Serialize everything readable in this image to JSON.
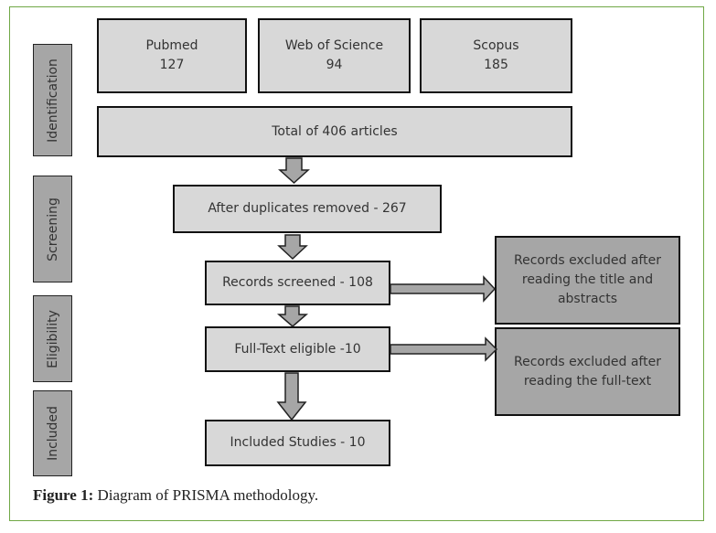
{
  "stages": [
    {
      "label": "Identification"
    },
    {
      "label": "Screening"
    },
    {
      "label": "Eligibility"
    },
    {
      "label": "Included"
    }
  ],
  "sources": [
    {
      "name": "Pubmed",
      "count": "127"
    },
    {
      "name": "Web of Science",
      "count": "94"
    },
    {
      "name": "Scopus",
      "count": "185"
    }
  ],
  "flow": {
    "total": "Total of 406 articles",
    "after_duplicates": "After duplicates removed - 267",
    "screened": "Records  screened - 108",
    "fulltext": "Full-Text eligible -10",
    "included": "Included Studies - 10"
  },
  "excluded": {
    "title_abstract": "Records excluded after\nreading the title and\nabstracts",
    "fulltext": "Records excluded after\nreading the full-text"
  },
  "caption": {
    "label": "Figure 1:",
    "text": " Diagram of PRISMA methodology."
  },
  "colors": {
    "border": "#70a845",
    "box_light": "#d8d8d8",
    "box_dark": "#a6a6a6"
  }
}
